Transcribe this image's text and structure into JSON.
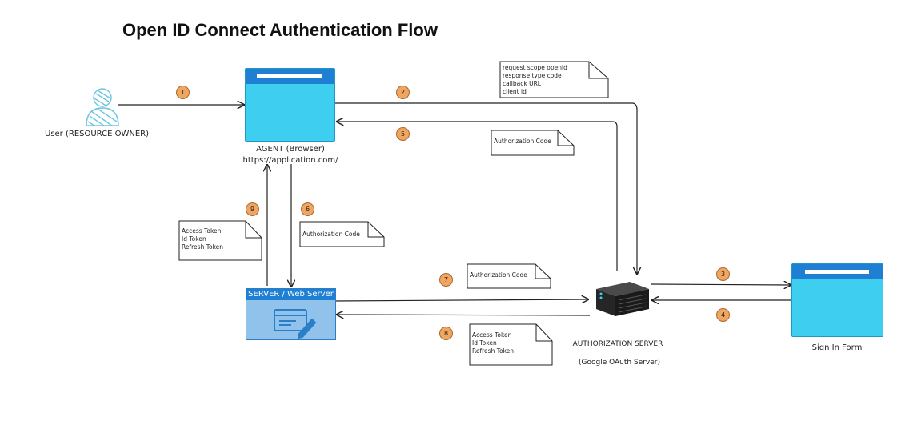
{
  "title": "Open ID Connect Authentication Flow",
  "colors": {
    "window_body": "#3ecff0",
    "window_bar": "#1f80d3",
    "server_body": "#90c2ec",
    "badge": "#f0a560",
    "user_icon": "#6ec6e0",
    "stroke": "#222222"
  },
  "nodes": {
    "user": {
      "label": "User (RESOURCE OWNER)",
      "icon": "user-icon"
    },
    "agent": {
      "label_line1": "AGENT (Browser)",
      "label_line2": "https://application.com/"
    },
    "server": {
      "label": "SERVER / Web Server",
      "icon": "edit-window-icon"
    },
    "auth_server": {
      "label_line1": "AUTHORIZATION SERVER",
      "label_line2": "(Google OAuth Server)",
      "icon": "server-rack-icon"
    },
    "sign_in": {
      "label": "Sign In Form"
    }
  },
  "steps": [
    "1",
    "2",
    "3",
    "4",
    "5",
    "6",
    "7",
    "8",
    "9"
  ],
  "notes": {
    "request": [
      "request scope openid",
      "response type code",
      "callback URL",
      "client id"
    ],
    "auth_code_5": [
      "Authorization Code"
    ],
    "auth_code_6": [
      "Authorization Code"
    ],
    "auth_code_7": [
      "Authorization Code"
    ],
    "tokens_9": [
      "Access Token",
      "Id Token",
      "Refresh Token"
    ],
    "tokens_8": [
      "Access Token",
      "Id Token",
      "Refresh Token"
    ]
  }
}
